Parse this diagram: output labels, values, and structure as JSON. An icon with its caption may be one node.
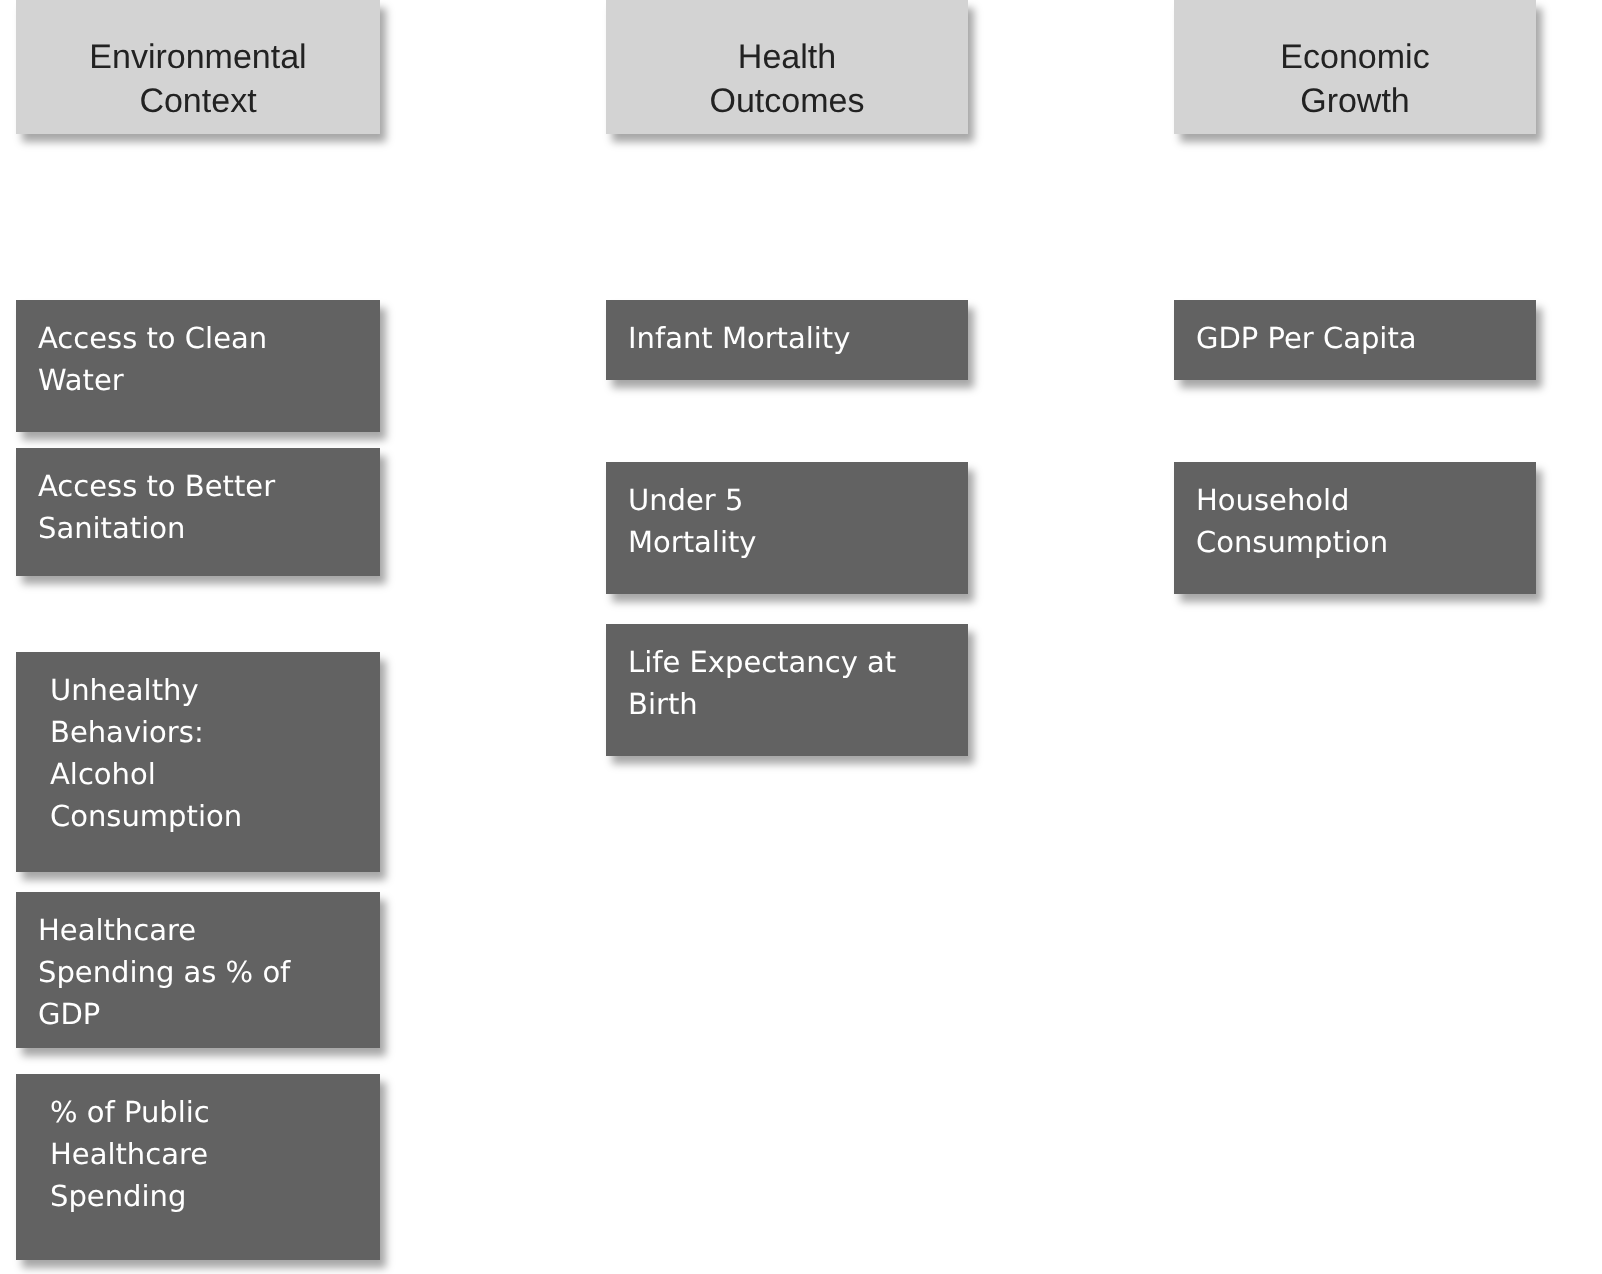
{
  "diagram": {
    "nodes": [
      {
        "text": [
          "Environmental Context"
        ]
      },
      {
        "text": [
          "Health Outcomes"
        ]
      },
      {
        "text": [
          "Economic Growth"
        ]
      },
      {
        "text": [
          "Access to Clean Water"
        ]
      },
      {
        "text": [
          "Access to Better Sanitation"
        ]
      },
      {
        "text": [
          "Unhealthy Behaviors: Alcohol Consumption"
        ]
      },
      {
        "text": [
          "Healthcare Spending as % of GDP"
        ]
      },
      {
        "text": [
          "% of Public Healthcare Spending"
        ]
      },
      {
        "text": [
          "Infant Mortality"
        ]
      },
      {
        "text": [
          "Under 5 Mortality"
        ]
      },
      {
        "text": [
          "Life Expectancy at Birth"
        ]
      },
      {
        "text": [
          "GDP Per Capita"
        ]
      },
      {
        "text": [
          "Household Consumption"
        ]
      }
    ]
  }
}
